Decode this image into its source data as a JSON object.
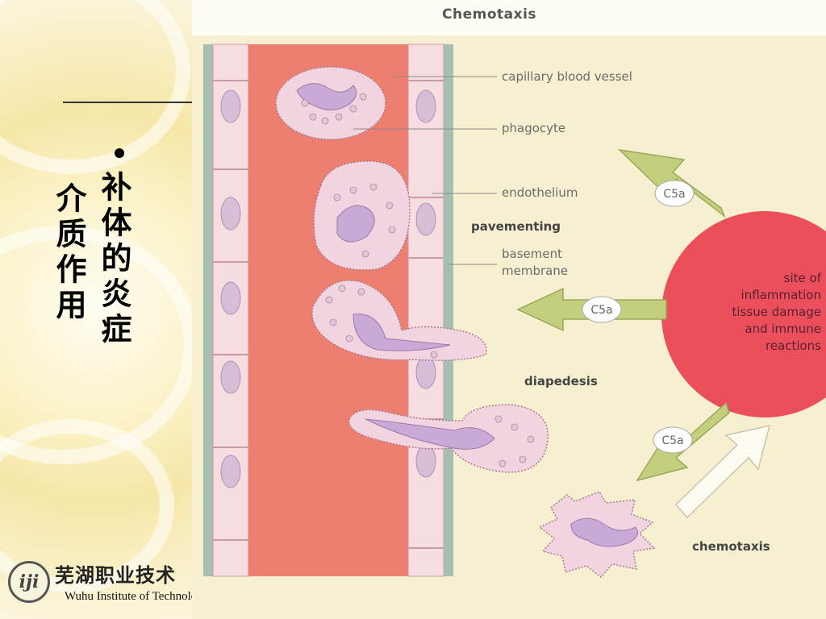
{
  "slide": {
    "bullet_line1": "补体的炎症",
    "bullet_line2": "介质作用",
    "logo_cn": "芜湖职业技术",
    "logo_en": "Wuhu Institute of Technology",
    "logo_mark": "iji"
  },
  "figure": {
    "title": "Chemotaxis",
    "labels": {
      "capillary": "capillary blood vessel",
      "phagocyte": "phagocyte",
      "endothelium": "endothelium",
      "pavementing": "pavementing",
      "basement1": "basement",
      "basement2": "membrane",
      "diapedesis": "diapedesis",
      "chemotaxis": "chemotaxis"
    },
    "site": {
      "line1": "site of",
      "line2": "inflammation",
      "line3": "tissue damage",
      "line4": "and immune",
      "line5": "reactions"
    },
    "arrow_labels": [
      "C5a",
      "C5a",
      "C5a"
    ]
  },
  "colors": {
    "vessel_lumen": "#ee7f70",
    "endothelium": "#f7dde0",
    "membrane": "#a7bfb0",
    "site": "#ec4f5c",
    "arrow_green": "#c3cf7c",
    "cell_body": "#f1d4e0",
    "nucleus": "#c9a9d6"
  }
}
